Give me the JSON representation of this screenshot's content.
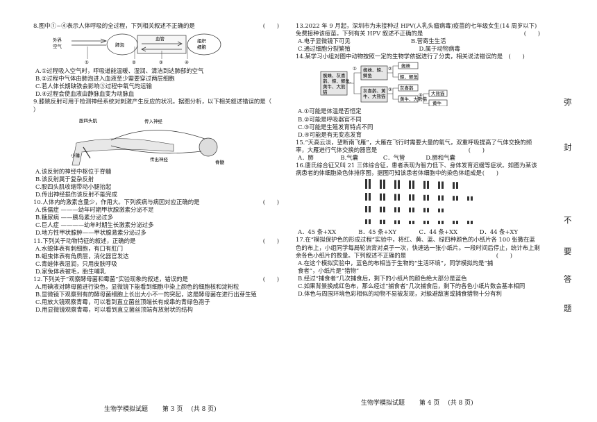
{
  "left": {
    "q8": {
      "stem": "8.图中①~④表示人体呼吸的全过程，下列相关叙述不正确的是",
      "paren": "(　　)",
      "fig": {
        "outer_air": "外界\n空气",
        "alveoli": "肺泡",
        "vessel": "血管",
        "tissue": "组织\n细胞",
        "marks": [
          "①",
          "②",
          "③",
          "④"
        ]
      },
      "options": [
        "A.①过程吸入空气时，呼吸道能温暖、湿润、清洁到达肺部的空气",
        "B.②过程中气体由肺泡进入血液至少需要穿过两层细胞",
        "C.若人体长期缺铁会影响③过程中氧气的运输",
        "D.④过程会使血液由静脉血变为动脉血"
      ]
    },
    "q9": {
      "stem": "9.膝跳反射可用于检测神经系统对刺激产生反应的状况。据图分析，以下相关叙述错误的是（",
      "stem2": "）",
      "fig": {
        "quad": "股四头肌",
        "afferent": "传入神经",
        "efferent": "传出神经",
        "hammer": "小锤",
        "spine": "脊髓"
      },
      "options": [
        "A.该反射的神经中枢位于脊髓",
        "B.该反射属于复杂反射",
        "C.股四头肌收缩带动小腿抬起",
        "D.传出神经损伤该反射不能完成"
      ]
    },
    "q10": {
      "stem": "10.人体内的激素含量少，作用大。下列疾病与病因对应正确的是",
      "paren": "(　　)",
      "options": [
        "A.侏儒症 ———幼年时期甲状腺激素分泌不足",
        "B.糖尿病 ——胰岛素分泌过多",
        "C.巨人症 ————幼年时期生长激素分泌过多",
        "D.地方性甲状腺肿——甲状腺激素分泌过多"
      ]
    },
    "q11": {
      "stem": "11.下列关于动物特征的叙述，正确的是",
      "paren": "(　　)",
      "options": [
        "A.水螅体表有刺细胞，有口有肛门",
        " B.蛔虫体表有角质层，消化器官发达",
        "C.青蛙体表湿润，只用皮肤呼吸",
        "D.家兔体表被毛，胎生哺乳"
      ]
    },
    "q12": {
      "stem": "12.下列关于“观察酵母菌和霉菌”实验现象的叙述，错误的是",
      "paren": "(　　)",
      "options": [
        "A.用碘液对酵母菌进行染色，显微镜下能看到细胞中染上颜色的细胞核和淀粉粒",
        "B.显微镜下观察到有的酵母菌细胞上长出大小不一的突起，这是酵母菌在进行出芽生殖",
        "C.用放大镜观察青霉，可以看到直立菌丝顶端长有成串的青绿色孢子",
        "D.用显微镜观察青霉，可以看到直立菌丝顶端有放射状的结构"
      ]
    },
    "footer": {
      "title": "生物学模拟试题",
      "page": "第 3 页",
      "total": "(共 8 页)"
    }
  },
  "right": {
    "q13": {
      "stem": "13.2022 年 9 月起，深圳市为未接种过 HPV(人乳头瘤病毒)疫苗的七年级女生(14 周岁以下)免费接种该疫苗。下列有关 HPV 叙述不正确的是",
      "paren": "(　　)",
      "options": [
        "A.电子显微镜下可见",
        "B.营寄生生活",
        "C.通过细胞分裂繁殖",
        "D.属于动物病毒"
      ]
    },
    "q14": {
      "stem": "14.某学习小组对图中动物按照一定的生物学依据进行了分类，相关说法错误的是",
      "paren": "(　　)",
      "fig": {
        "all": "蜘蛛、灰喜鹊、鲸、鲫鱼、黄牛、大熊猫",
        "a": "蜘蛛、鲸、鲫鱼",
        "b": "灰喜鹊、黄牛、大熊猫",
        "c": "蜘蛛",
        "d": "鲸、鲫鱼",
        "e": "大熊猫",
        "f": "灰喜鹊",
        "g": "黄牛",
        "marks": [
          "①",
          "②",
          "③",
          "④"
        ]
      },
      "options": [
        "A.①可能是体温是否恒定",
        "B.②可能是呼吸器官不同",
        "C.③可能是生殖发育特点不同",
        "D.④可能是有无变态发育"
      ]
    },
    "q15": {
      "stem": "15.“天高云淡，望断南飞雁”，大雁在飞行时需要大量的氧气，双重呼吸提高了气体交换的频率，大雁进行气体交换的器官是",
      "paren": "(　　)",
      "options": [
        "A．肺",
        "B.气囊",
        "C．气管",
        "D.肺和气囊"
      ]
    },
    "q16": {
      "stem": "16.唐氏综合征又叫 21 三体综合征，患者表现为智力低下、身体发育迟缓等症状。如图为某该病患者的体细胞染色体排序图，据图可知该患者体细胞中的染色体组成是",
      "paren": "(　　)",
      "options": [
        "A．45 条+XX",
        "B．45 条+XY",
        "C．44 条+XX",
        "D．44 条+XY"
      ]
    },
    "q17": {
      "stem": "17.在“模拟保护色的形成过程”实验中，将红、黄、蓝、绿四种颜色的小纸片各 100 张撒在蓝色的布上，小组同学每局轮流背对桌子一次，快速选一张小纸片。一段时间后停止，统计布上剩余各色小纸片的数量。下列叙述不正确的是",
      "paren": "(　　)",
      "options": [
        "A.在这个模拟实验中，蓝色的布相当于生物的“生活环境”，同学模拟的是“捕食者”，小纸片是“猎物”",
        "B.经过“捕食者”几次捕食后，剩下的小纸片的颜色绝大部分是蓝色",
        "C.如果背景换成红色布，那么经过“捕食者”几次捕食后，剩下的各色小纸片数会基本相同",
        "D.体色与周围环境色彩相似的动物不易被发现，对躲避敌害或捕食猎物十分有利"
      ]
    },
    "footer": {
      "title": "生物学模拟试题",
      "page": "第 4 页",
      "total": "(共 8 页)"
    }
  },
  "side_marks": [
    "弥",
    "封",
    "不",
    "要",
    "答",
    "题"
  ]
}
